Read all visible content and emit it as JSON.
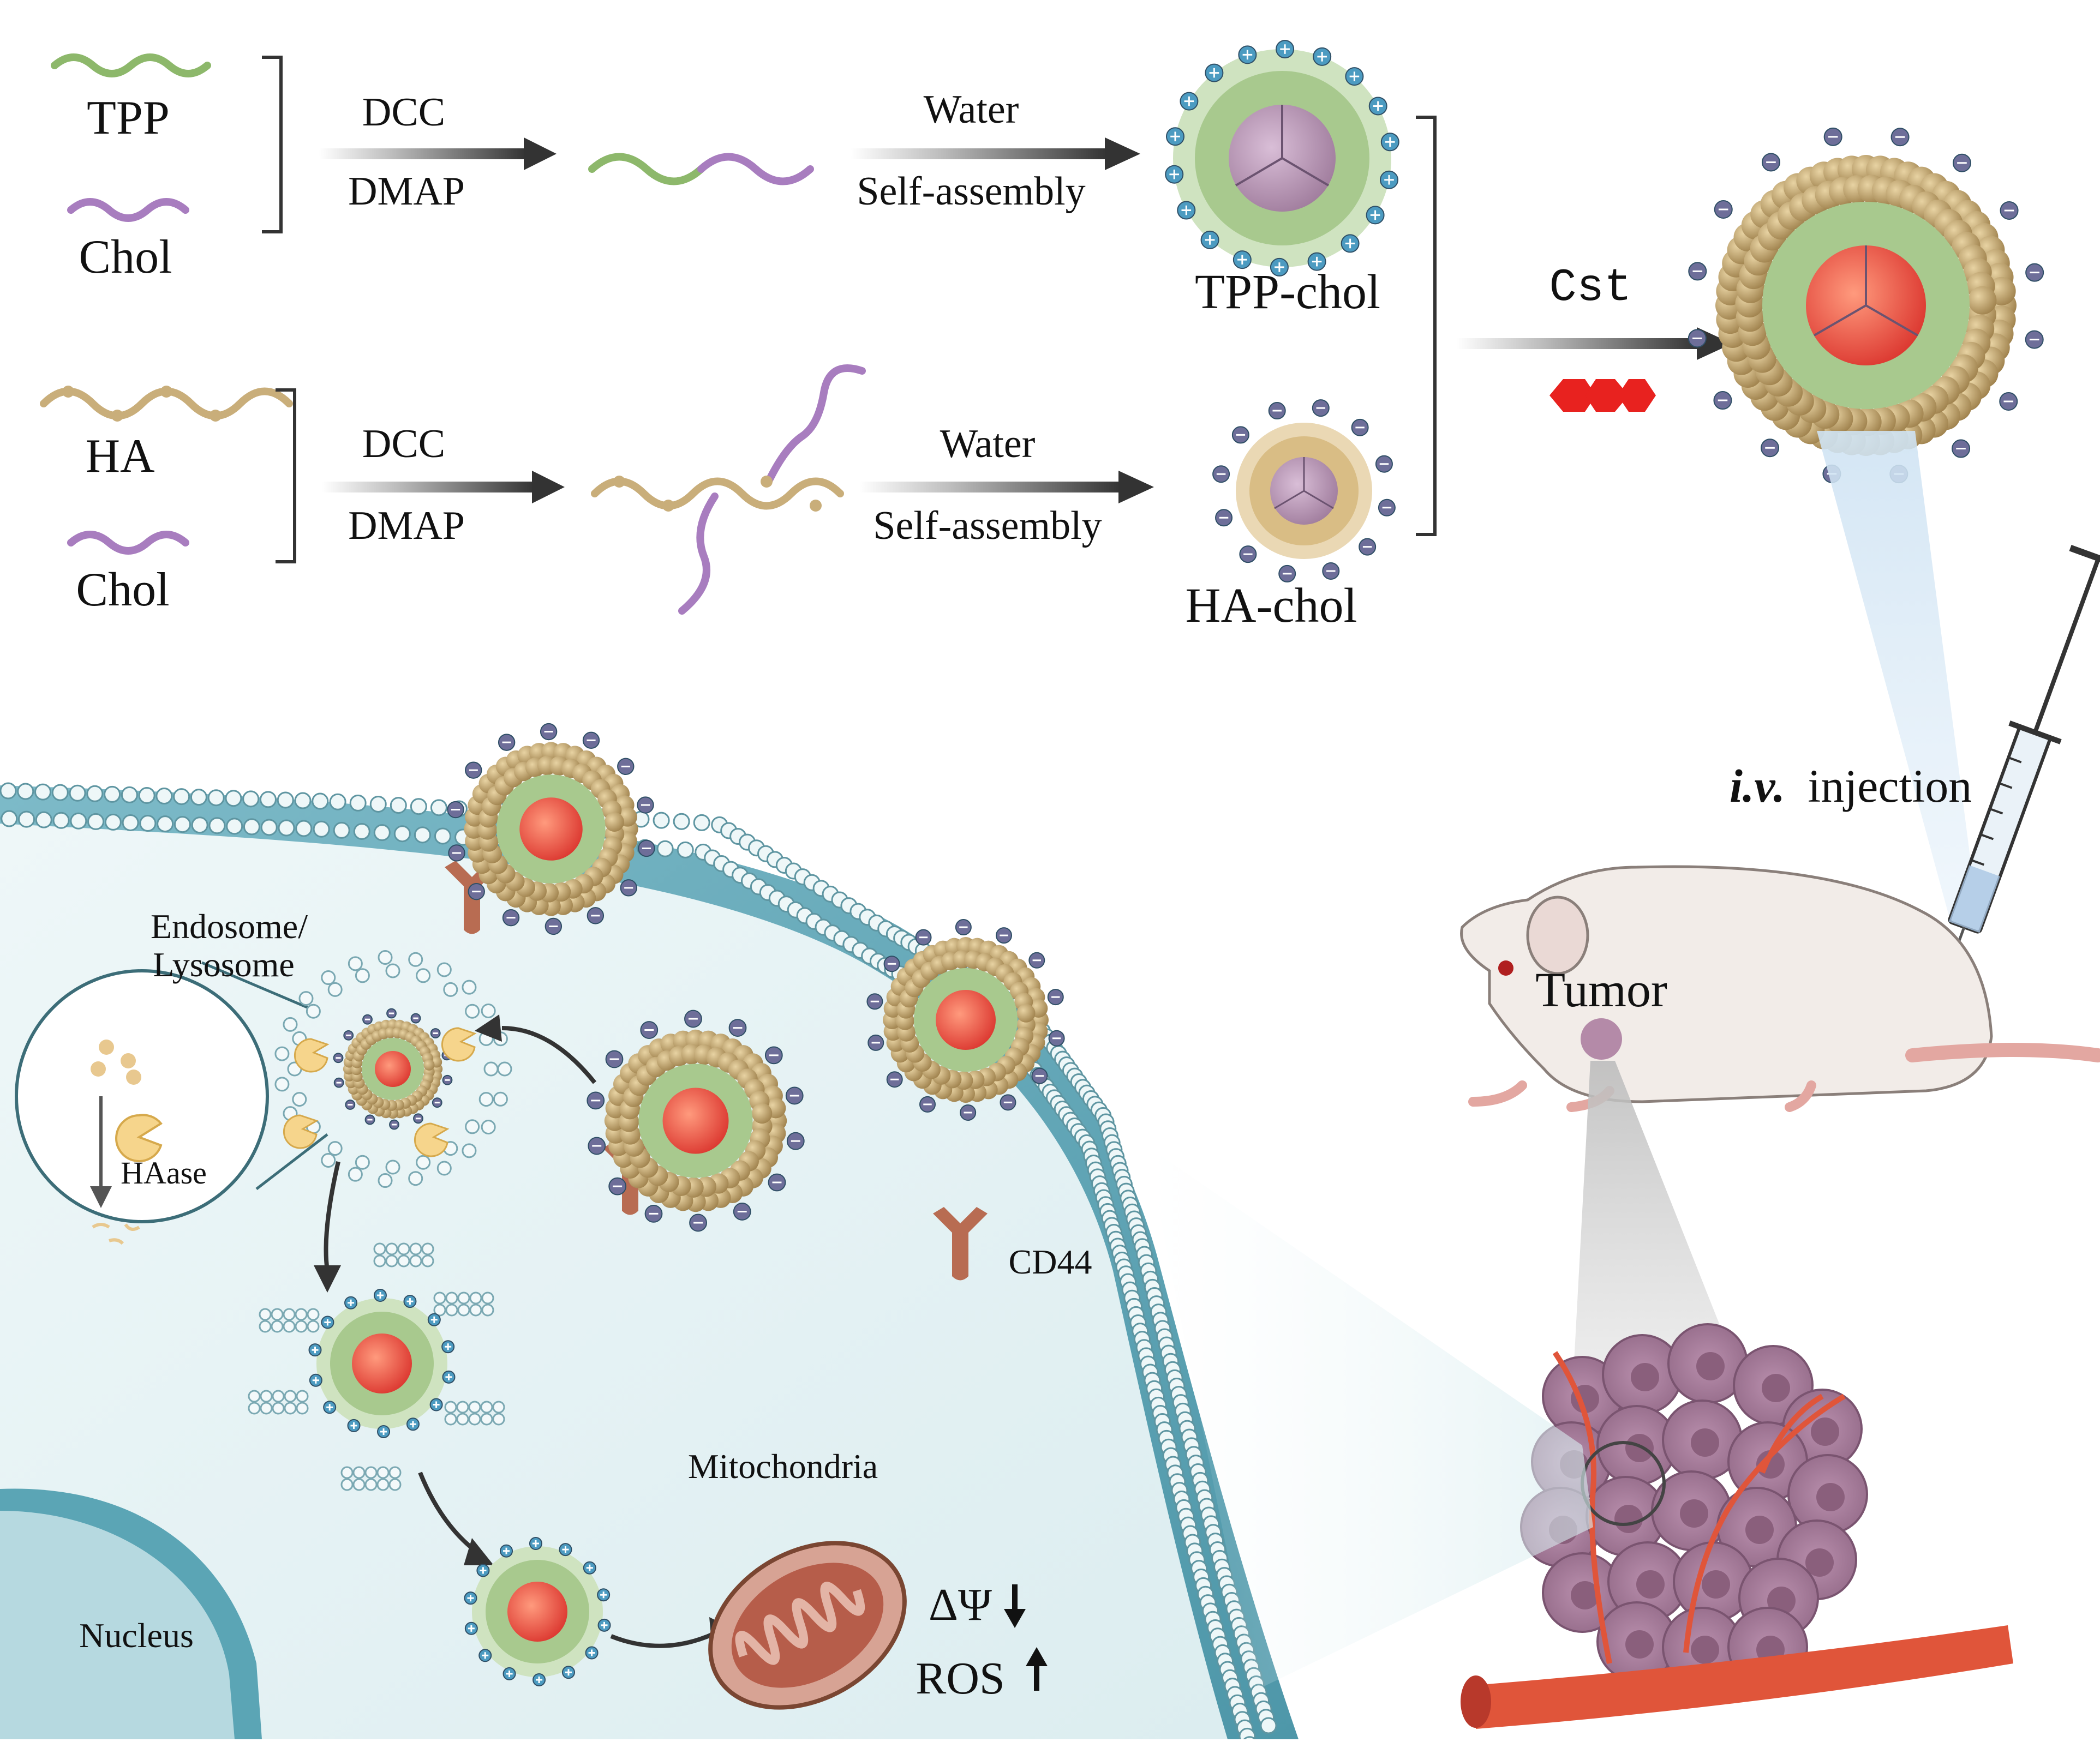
{
  "labels": {
    "tpp": "TPP",
    "chol_top": "Chol",
    "ha": "HA",
    "chol_bottom": "Chol",
    "dcc_top": "DCC",
    "dmap_top": "DMAP",
    "dcc_bottom": "DCC",
    "dmap_bottom": "DMAP",
    "water_top": "Water",
    "selfassembly_top": "Self-assembly",
    "water_bottom": "Water",
    "selfassembly_bottom": "Self-assembly",
    "tpp_chol": "TPP-chol",
    "ha_chol": "HA-chol",
    "cst": "Cst",
    "iv_italic": "i.v.",
    "iv_rest": "injection",
    "tumor": "Tumor",
    "endosome_line1": "Endosome/",
    "endosome_line2": "Lysosome",
    "haase": "HAase",
    "cd44": "CD44",
    "mitochondria": "Mitochondria",
    "nucleus": "Nucleus",
    "delta_psi": "ΔΨ",
    "ros": "ROS"
  },
  "colors": {
    "tpp_strand": "#8DB86B",
    "chol_strand": "#A87DBF",
    "ha_strand": "#C9AE7A",
    "shell_gold": "#B39660",
    "core_red": "#E8463A",
    "core_purple": "#B58EB0",
    "green_layer": "#A8C98E",
    "charge_pos": "#4C9BC1",
    "charge_neg": "#6E6E99",
    "cell_fill": "#E9F4F6",
    "membrane": "#5BA5B5",
    "cd44": "#B86C52",
    "vessel": "#E0553A",
    "tumor_cells": "#B48AA8",
    "drug": "#E8221F"
  }
}
